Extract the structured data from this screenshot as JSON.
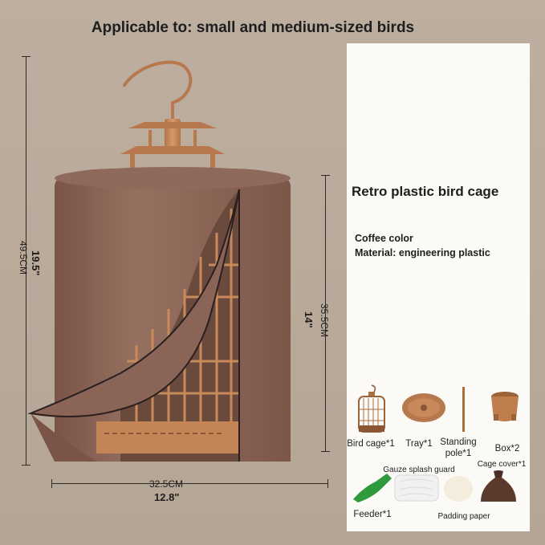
{
  "headline": "Applicable to: small and medium-sized birds",
  "dimensions": {
    "height_in": "19.5\"",
    "height_cm": "49.5CM",
    "body_cm": "35.5CM",
    "body_in": "14\"",
    "width_cm": "32.5CM",
    "width_in": "12.8\""
  },
  "product": {
    "title": "Retro plastic bird cage",
    "color": "Coffee color",
    "material": "Material: engineering plastic"
  },
  "items": {
    "bird_cage": "Bird cage*1",
    "tray": "Tray*1",
    "standing_pole": "Standing pole*1",
    "box": "Box*2",
    "gauze": "Gauze splash guard",
    "cage_cover": "Cage cover*1",
    "feeder": "Feeder*1",
    "padding_paper": "Padding paper"
  },
  "colors": {
    "background": "#b8a898",
    "cover_brown": "#8a6457",
    "cage_copper": "#c0865a",
    "panel": "#fbfaf6",
    "feeder_green": "#2e9a3c"
  }
}
